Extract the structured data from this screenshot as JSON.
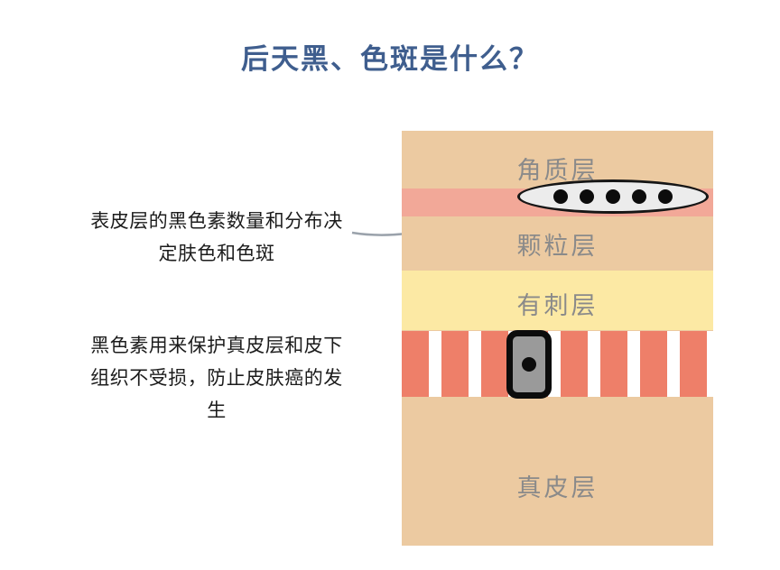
{
  "title": "后天黑、色斑是什么？",
  "annotations": {
    "note1": "表皮层的黑色素数量和分布决\n定肤色和色斑",
    "note2": "黑色素用来保护真皮层和皮下\n组织不受损，防止皮肤癌的发\n生"
  },
  "diagram": {
    "labels": {
      "stratum_corneum": "角质层",
      "granular_layer": "颗粒层",
      "spinous_layer": "有刺层",
      "dermis": "真皮层"
    },
    "melanin_dots_count": 5
  },
  "colors": {
    "title": "#3f5e8e",
    "skin_tan": "#eccaa1",
    "pink_band": "#f2a898",
    "yellow_band": "#fce9a4",
    "stripe_red": "#ee7f69",
    "label_gray": "#8a8a8a",
    "arrow_gray": "#9aa2ab"
  }
}
